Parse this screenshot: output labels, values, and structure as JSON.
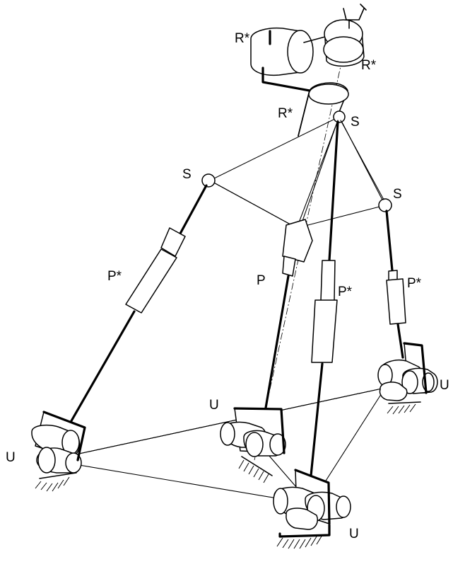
{
  "labels": {
    "r_top_left": "R*",
    "r_top_right": "R*",
    "r_mid": "R*",
    "s_top": "S",
    "s_left": "S",
    "s_right": "S",
    "p_left": "P*",
    "p_center": "P",
    "p_center_right": "P*",
    "p_right": "P*",
    "u_left": "U",
    "u_center": "U",
    "u_right": "U",
    "u_bottom": "U"
  },
  "colors": {
    "line": "#000000",
    "background": "#ffffff"
  }
}
